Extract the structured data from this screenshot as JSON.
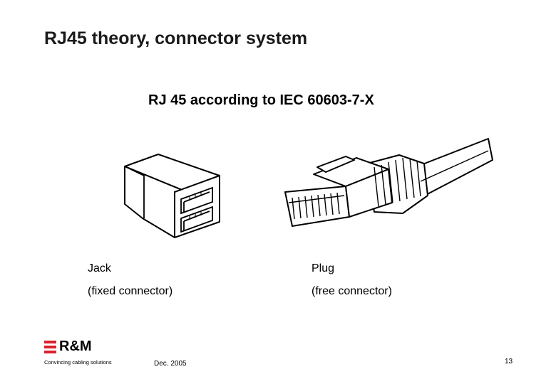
{
  "slide": {
    "title": "RJ45 theory, connector system",
    "subtitle": "RJ 45 according to IEC 60603-7-X"
  },
  "jack": {
    "label": "Jack",
    "description": "(fixed connector)"
  },
  "plug": {
    "label": "Plug",
    "description": "(free connector)"
  },
  "footer": {
    "logo_text": "R&M",
    "tagline": "Convincing cabling solutions",
    "date": "Dec. 2005",
    "page_number": "13"
  },
  "colors": {
    "logo_red": "#d9232e",
    "text": "#000000"
  },
  "icons": [
    "rj45-jack-illustration",
    "rj45-plug-illustration",
    "rm-logo-icon"
  ]
}
